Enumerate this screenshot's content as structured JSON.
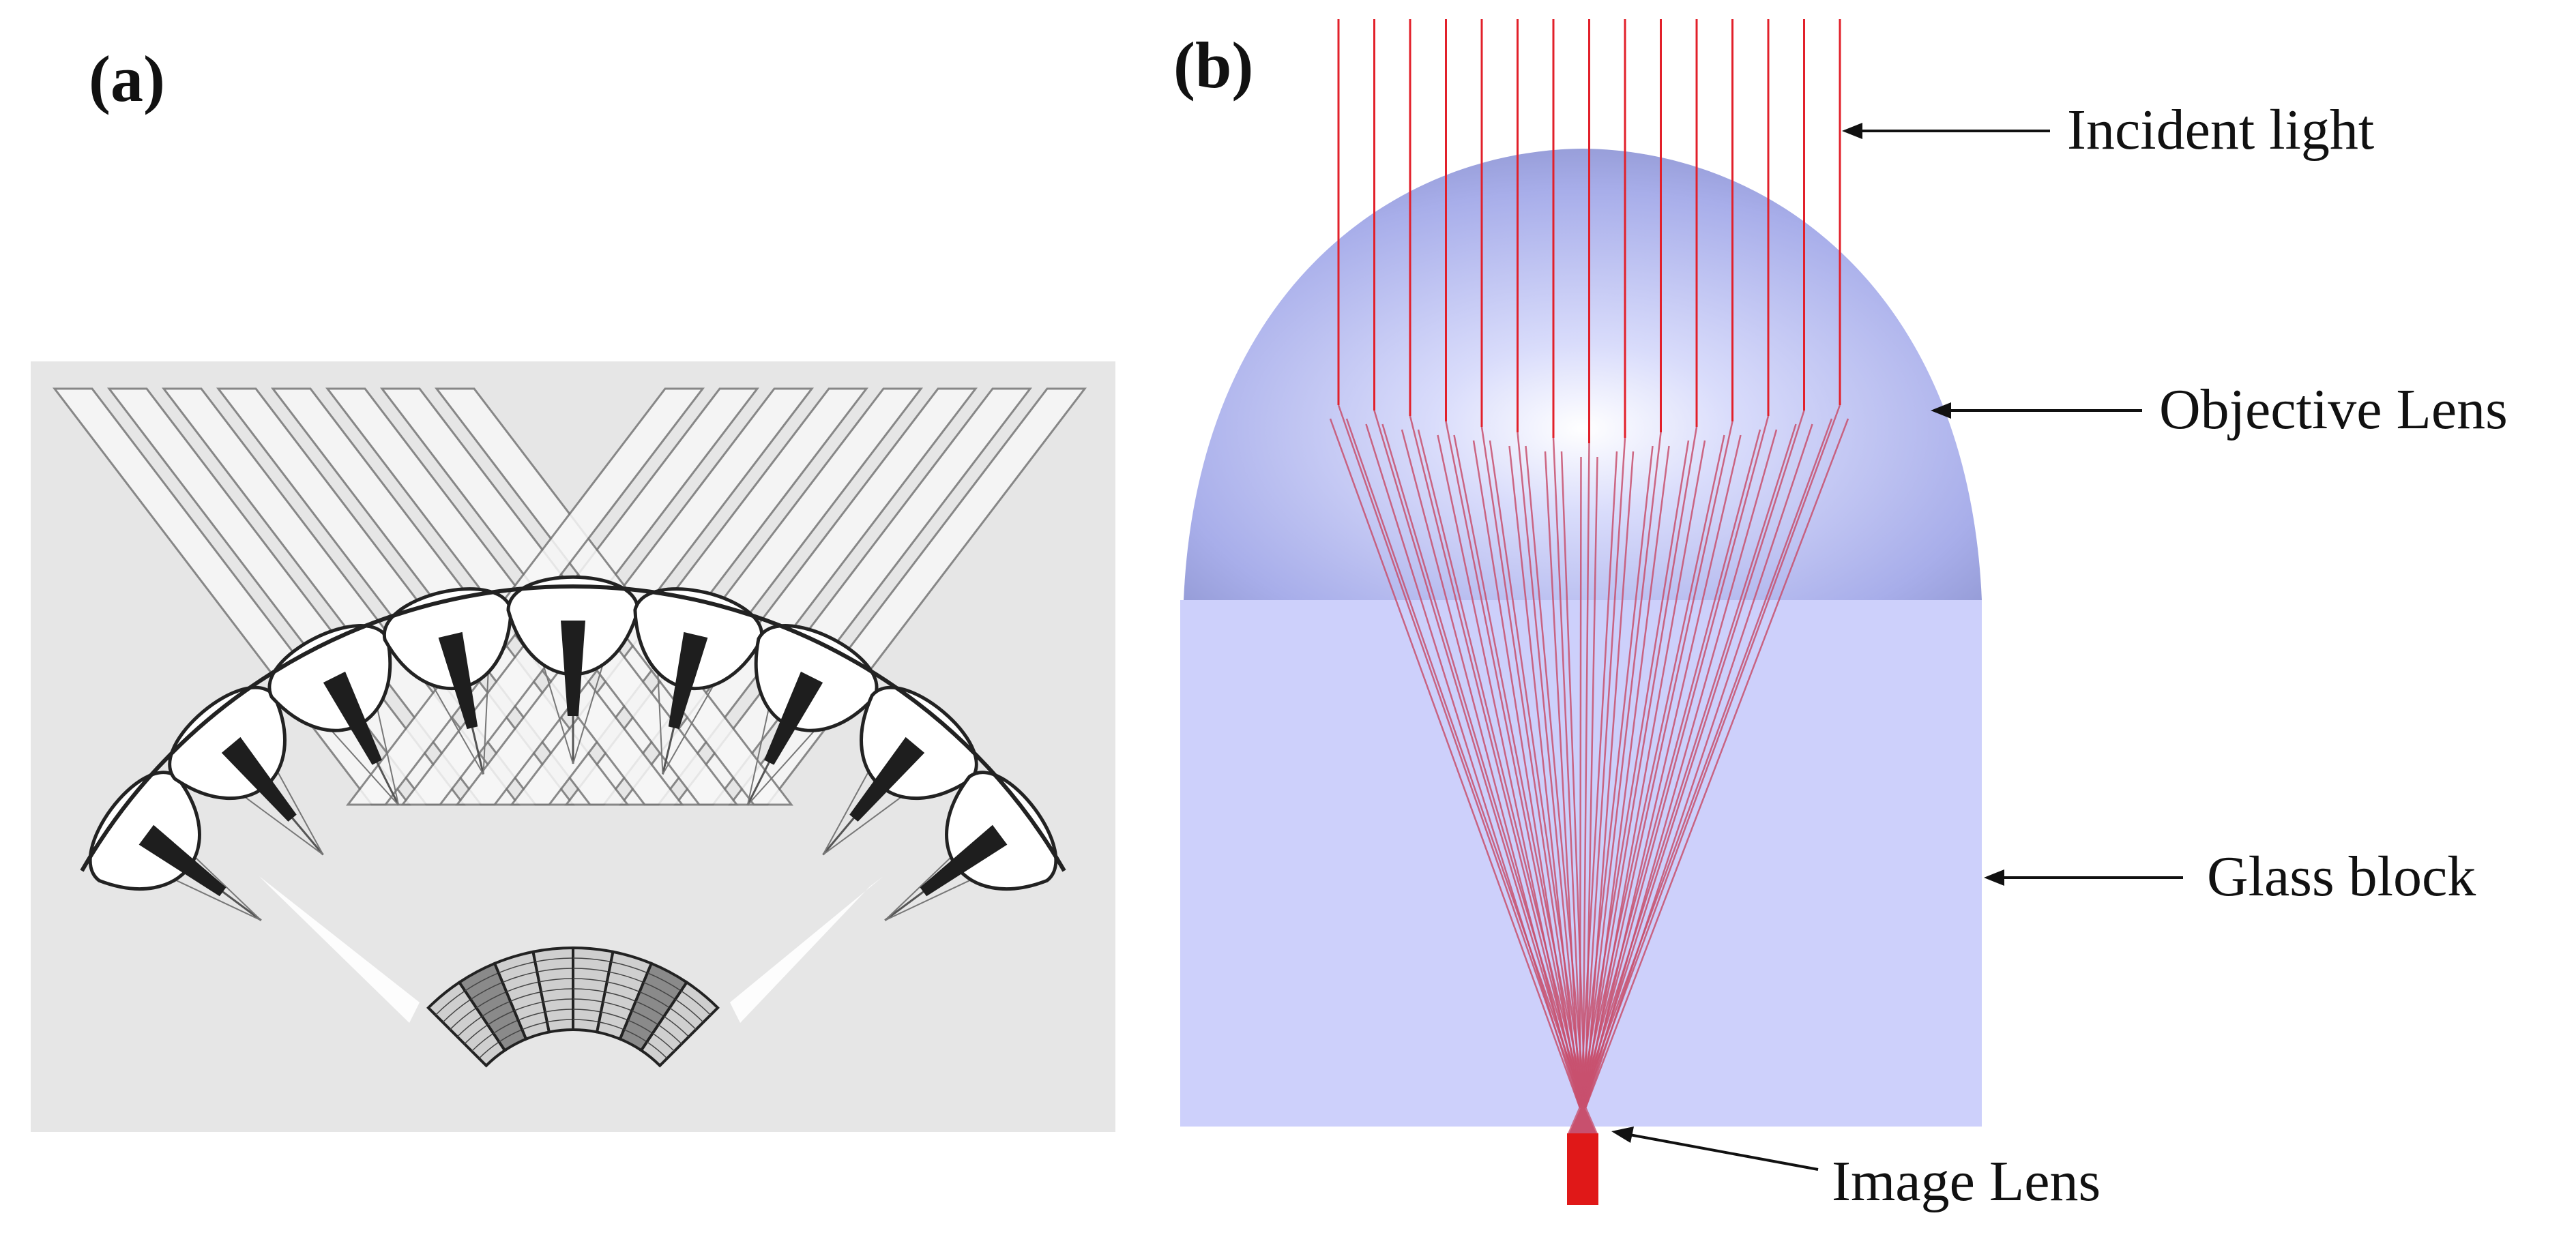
{
  "panels": {
    "a": {
      "label": "(a)"
    },
    "b": {
      "label": "(b)",
      "callouts": {
        "incident_light": "Incident light",
        "objective_lens": "Objective Lens",
        "glass_block": "Glass block",
        "image_lens": "Image Lens"
      }
    }
  },
  "colors": {
    "ray": "#e2202a",
    "ray_converging": "#c8506e",
    "lens_fill": "#a9b0ee",
    "glass_block": "#cdd0fb",
    "image_lens": "#e01818",
    "panel_a_background": "#e6e6e6"
  }
}
